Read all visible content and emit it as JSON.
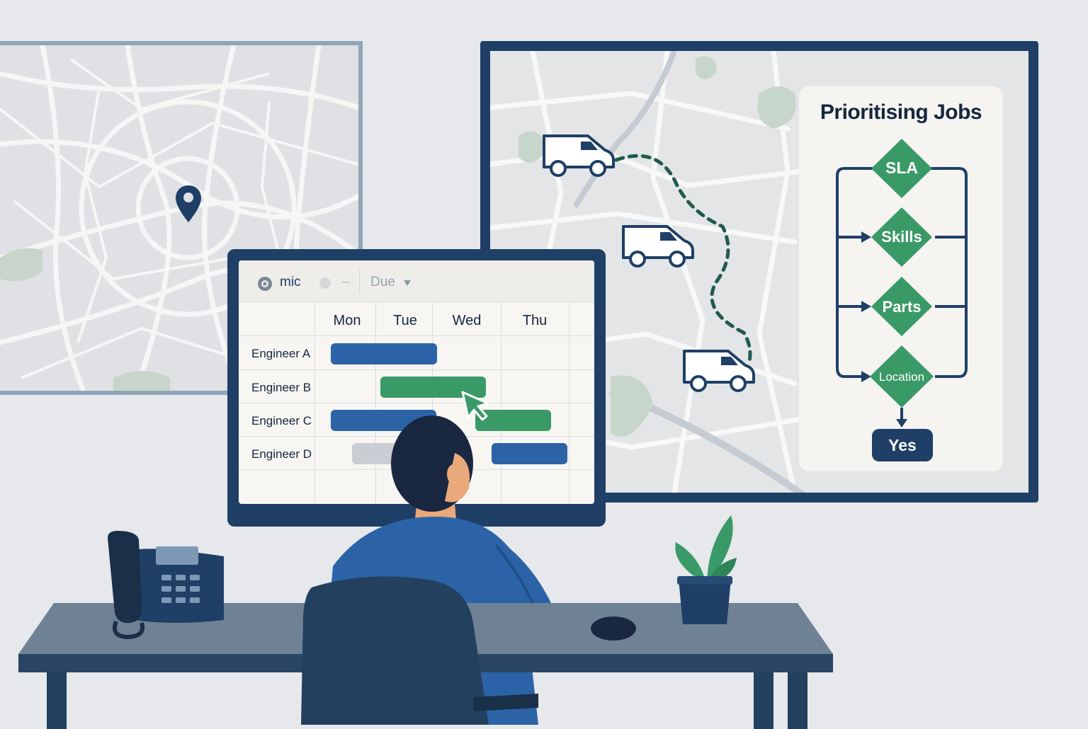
{
  "right_map": {
    "panel": {
      "title": "Prioritising Jobs",
      "steps": [
        "SLA",
        "Skills",
        "Parts",
        "Location"
      ],
      "result": "Yes"
    }
  },
  "monitor": {
    "toolbar": {
      "mic_label": "mic",
      "separator": "–",
      "sort_label": "Due",
      "sort_icon": "chevron-down-icon"
    },
    "schedule": {
      "days": [
        "Mon",
        "Tue",
        "Wed",
        "Thu"
      ],
      "engineers": [
        "Engineer A",
        "Engineer B",
        "Engineer C",
        "Engineer D"
      ]
    }
  },
  "colors": {
    "navy": "#1f3f66",
    "blue": "#2b63a6",
    "green": "#3a9a67",
    "gray": "#c9ced3"
  },
  "icons": [
    "location-pin-icon",
    "van-icon",
    "cursor-icon",
    "desk-phone-icon",
    "plant-icon",
    "mouse-icon"
  ]
}
